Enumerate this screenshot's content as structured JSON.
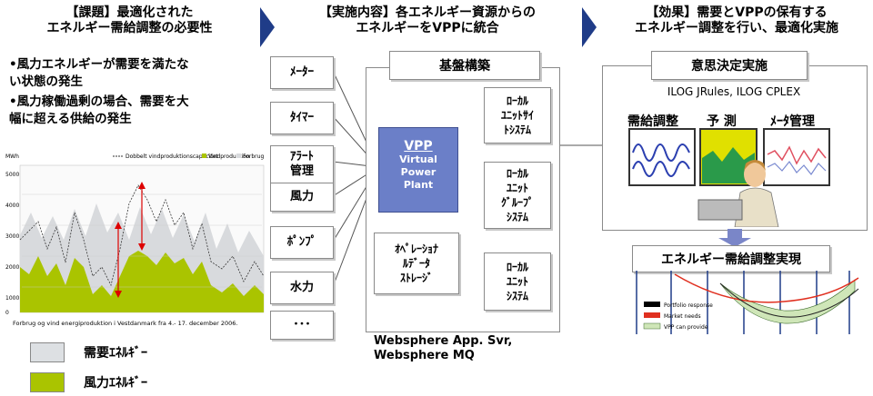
{
  "col1": {
    "header_line1": "【課題】最適化された",
    "header_line2": "エネルギー需給調整の必要性",
    "bullets": [
      {
        "line1": "•風力エネルギーが需要を満たな",
        "line2": "い状態の発生"
      },
      {
        "line1": "•風力稼働過剰の場合、需要を大",
        "line2": "幅に超える供給の発生"
      }
    ],
    "chart": {
      "unit": "MWh",
      "legend_items": [
        "Dobbelt vindproduktionscapacitet",
        "Vindproduktion",
        "Forbrug"
      ],
      "yticks": [
        "5000",
        "4000",
        "3000",
        "2000",
        "1000",
        "0"
      ],
      "caption": "Forbrug og vind energiproduktion i Vestdanmark fra 4.- 17. december 2006."
    },
    "legend": {
      "demand_label": "需要ｴﾈﾙｷﾞｰ",
      "wind_label": "風力ｴﾈﾙｷﾞｰ",
      "demand_color": "#dde0e3",
      "wind_color": "#aac400"
    }
  },
  "col2": {
    "header_line1": "【実施内容】各エネルギー資源からの",
    "header_line2": "エネルギーをVPPに統合",
    "sources": [
      "ﾒｰﾀｰ",
      "ﾀｲﾏｰ",
      "ｱﾗｰﾄ\n管理",
      "風力",
      "ﾎﾟﾝﾌﾟ",
      "水力",
      "･･･"
    ],
    "infra_title": "基盤構築",
    "vpp": {
      "title": "VPP",
      "line1": "Virtual",
      "line2": "Power",
      "line3": "Plant",
      "color": "#6b7fc8"
    },
    "storage": "ｵﾍﾟﾚｰｼｮﾅ\nﾙﾃﾞｰﾀ\nｽﾄﾚｰｼﾞ",
    "local_systems": [
      "ﾛｰｶﾙ\nﾕﾆｯﾄｻｲ\nﾄｼｽﾃﾑ",
      "ﾛｰｶﾙ\nﾕﾆｯﾄ\nｸﾞﾙｰﾌﾟ\nｼｽﾃﾑ",
      "ﾛｰｶﾙ\nﾕﾆｯﾄ\nｼｽﾃﾑ"
    ],
    "middleware_line1": "Websphere App. Svr,",
    "middleware_line2": "Websphere MQ"
  },
  "col3": {
    "header_line1": "【効果】需要とVPPの保有する",
    "header_line2": "エネルギー調整を行い、最適化実施",
    "decision_title": "意思決定実施",
    "tools": "ILOG JRules, ILOG CPLEX",
    "screen_labels": [
      "需給調整",
      "予 測",
      "ﾒｰﾀ管理"
    ],
    "result_title": "エネルギー需給調整実現",
    "result_legend": [
      "Portfolio response",
      "Market needs",
      "VPP can provide"
    ]
  },
  "accent_color": "#1f3c88"
}
